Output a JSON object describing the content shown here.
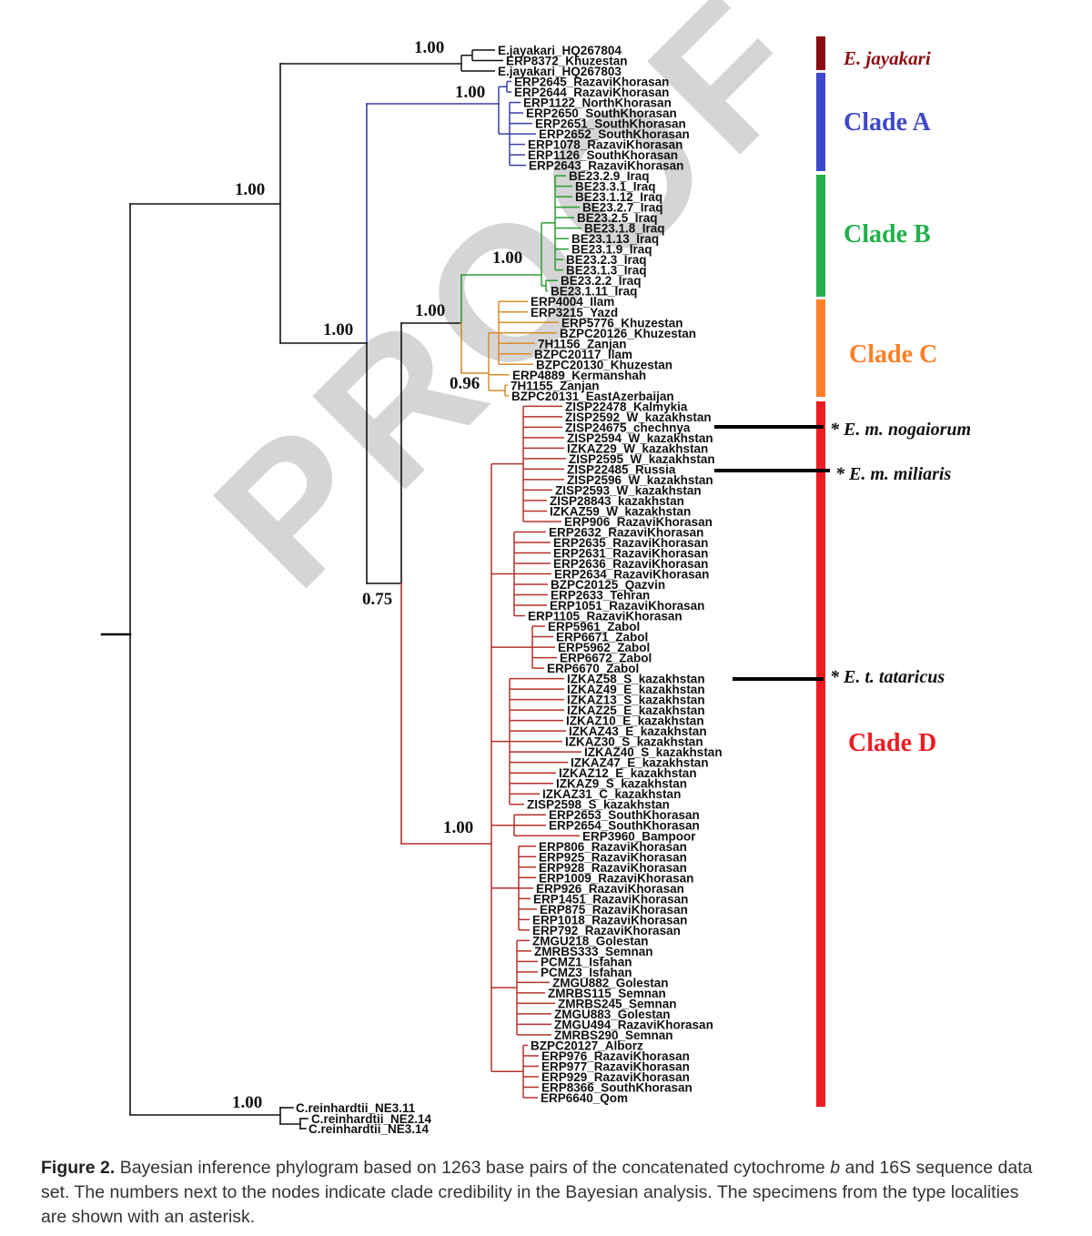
{
  "watermark": "PROOF",
  "tree": {
    "node_support": {
      "root_upper": "1.00",
      "jayakari": "1.00",
      "ingroup": "1.00",
      "clade_a": "1.00",
      "rest": "0.75",
      "clade_bc": "1.00",
      "clade_b": "1.00",
      "clade_c": "0.96",
      "clade_d": "1.00",
      "reinhardtii": "1.00"
    },
    "clades": [
      {
        "name": "E. jayakari",
        "color": "#8b0d13",
        "branch_color": "#111111",
        "leaves": [
          "E.jayakari_HQ267804",
          "ERP8372_Khuzestan",
          "E.jayakari_HQ267803"
        ]
      },
      {
        "name": "Clade A",
        "color": "#3f48cc",
        "branch_color": "#3b3fa8",
        "leaves": [
          "ERP2645_RazaviKhorasan",
          "ERP2644_RazaviKhorasan",
          "ERP1122_NorthKhorasan",
          "ERP2650_SouthKhorasan",
          "ERP2651_SouthKhorasan",
          "ERP2652_SouthKhorasan",
          "ERP1078_RazaviKhorasan",
          "ERP1126_SouthKhorasan",
          "ERP2643_RazaviKhorasan"
        ]
      },
      {
        "name": "Clade B",
        "color": "#22b14c",
        "branch_color": "#2a9d32",
        "leaves": [
          "BE23.2.9_Iraq",
          "BE23.3.1_Iraq",
          "BE23.1.12_Iraq",
          "BE23.2.7_Iraq",
          "BE23.2.5_Iraq",
          "BE23.1.8_Iraq",
          "BE23.1.13_Iraq",
          "BE23.1.9_Iraq",
          "BE23.2.3_Iraq",
          "BE23.1.3_Iraq",
          "BE23.2.2_Iraq",
          "BE23.1.11_Iraq"
        ]
      },
      {
        "name": "Clade C",
        "color": "#ff7f27",
        "branch_color": "#d98c2b",
        "leaves": [
          "ERP4004_Ilam",
          "ERP3215_Yazd",
          "ERP5776_Khuzestan",
          "BZPC20126_Khuzestan",
          "7H1156_Zanjan",
          "BZPC20117_Ilam",
          "BZPC20130_Khuzestan",
          "ERP4889_Kermanshah",
          "7H1155_Zanjan",
          "BZPC20131_EastAzerbaijan"
        ]
      },
      {
        "name": "Clade D",
        "color": "#ed1c24",
        "branch_color": "#b5312b",
        "leaves": [
          "ZISP22478_Kalmykia",
          "ZISP2592_W_kazakhstan",
          "ZISP24675_chechnya",
          "ZISP2594_W_kazakhstan",
          "IZKAZ29_W_kazakhstan",
          "ZISP2595_W_kazakhstan",
          "ZISP22485_Russia",
          "ZISP2596_W_kazakhstan",
          "ZISP2593_W_kazakhstan",
          "ZISP28843_kazakhstan",
          "IZKAZ59_W_kazakhstan",
          "ERP906_RazaviKhorasan",
          "ERP2632_RazaviKhorasan",
          "ERP2635_RazaviKhorasan",
          "ERP2631_RazaviKhorasan",
          "ERP2636_RazaviKhorasan",
          "ERP2634_RazaviKhorasan",
          "BZPC20125_Qazvin",
          "ERP2633_Tehran",
          "ERP1051_RazaviKhorasan",
          "ERP1105_RazaviKhorasan",
          "ERP5961_Zabol",
          "ERP6671_Zabol",
          "ERP5962_Zabol",
          "ERP6672_Zabol",
          "ERP6670_Zabol",
          "IZKAZ58_S_kazakhstan",
          "IZKAZ49_E_kazakhstan",
          "IZKAZ13_S_kazakhstan",
          "IZKAZ25_E_kazakhstan",
          "IZKAZ10_E_kazakhstan",
          "IZKAZ43_E_kazakhstan",
          "IZKAZ30_S_kazakhstan",
          "IZKAZ40_S_kazakhstan",
          "IZKAZ47_E_kazakhstan",
          "IZKAZ12_E_kazakhstan",
          "IZKAZ9_S_kazakhstan",
          "IZKAZ31_C_kazakhstan",
          "ZISP2598_S_kazakhstan",
          "ERP2653_SouthKhorasan",
          "ERP2654_SouthKhorasan",
          "ERP3960_Bampoor",
          "ERP806_RazaviKhorasan",
          "ERP925_RazaviKhorasan",
          "ERP928_RazaviKhorasan",
          "ERP1009_RazaviKhorasan",
          "ERP926_RazaviKhorasan",
          "ERP1451_RazaviKhorasan",
          "ERP875_RazaviKhorasan",
          "ERP1018_RazaviKhorasan",
          "ERP792_RazaviKhorasan",
          "ZMGU218_Golestan",
          "ZMRBS333_Semnan",
          "PCMZ1_Isfahan",
          "PCMZ3_Isfahan",
          "ZMGU882_Golestan",
          "ZMRBS115_Semnan",
          "ZMRBS245_Semnan",
          "ZMGU883_Golestan",
          "ZMGU494_RazaviKhorasan",
          "ZMRBS290_Semnan",
          "BZPC20127_Alborz",
          "ERP976_RazaviKhorasan",
          "ERP977_RazaviKhorasan",
          "ERP929_RazaviKhorasan",
          "ERP8366_SouthKhorasan",
          "ERP6640_Qom"
        ]
      }
    ],
    "outgroup": [
      "C.reinhardtii_NE3.11",
      "C.reinhardtii_NE2.14",
      "C.reinhardtii_NE3.14"
    ]
  },
  "annotations": {
    "nogaiorum": "* E. m. nogaiorum",
    "miliaris": "* E. m. miliaris",
    "tataricus": "* E. t. tataricus"
  },
  "caption": {
    "label": "Figure 2.",
    "text_before": " Bayesian inference phylogram based on 1263 base pairs of the concatenated cytochrome ",
    "italic": "b",
    "text_after": " and 16S sequence data set. The numbers next to the nodes indicate clade credibility in the Bayesian analysis. The specimens from the type localities are shown with an asterisk."
  }
}
